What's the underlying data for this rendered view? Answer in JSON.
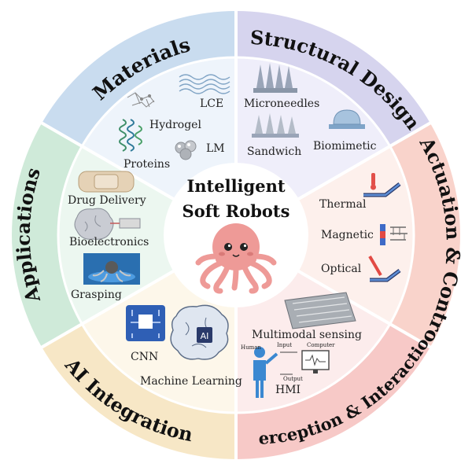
{
  "center": {
    "line1": "Intelligent",
    "line2": "Soft Robots"
  },
  "sections": {
    "materials": {
      "title": "Materials",
      "items": {
        "lce": "LCE",
        "hydrogel": "Hydrogel",
        "proteins": "Proteins",
        "lm": "LM"
      },
      "color": "#c9dcef"
    },
    "structural": {
      "title": "Structural Design",
      "items": {
        "microneedles": "Microneedles",
        "sandwich": "Sandwich",
        "biomimetic": "Biomimetic"
      },
      "color": "#d6d4ee"
    },
    "actuation": {
      "title": "Actuation & Control",
      "items": {
        "thermal": "Thermal",
        "magnetic": "Magnetic",
        "optical": "Optical"
      },
      "color": "#f9d3cb"
    },
    "perception": {
      "title": "Perception & Interaction",
      "items": {
        "multimodal": "Multimodal sensing",
        "hmi": "HMI",
        "human": "Human",
        "input": "Input",
        "computer": "Computer",
        "output": "Output"
      },
      "color": "#f7c9c7"
    },
    "ai": {
      "title": "AI Integration",
      "items": {
        "cnn": "CNN",
        "ml": "Machine Learning",
        "ai_chip": "AI"
      },
      "color": "#f7e7c6"
    },
    "applications": {
      "title": "Applications",
      "items": {
        "drug": "Drug Delivery",
        "bio": "Bioelectronics",
        "grasping": "Grasping"
      },
      "color": "#cfead9"
    }
  },
  "colors": {
    "octopus": "#ee9a97",
    "octopus_dark": "#d97a78",
    "center_bg": "#ffffff"
  },
  "icons": [
    "lce-fiber-icon",
    "hydrogel-network-icon",
    "protein-helix-icon",
    "liquid-metal-spheres-icon",
    "microneedles-icon",
    "sandwich-structure-icon",
    "biomimetic-dome-icon",
    "thermal-actuator-icon",
    "magnetic-actuator-icon",
    "optical-actuator-icon",
    "multimodal-sensor-array-icon",
    "hmi-human-icon",
    "monitor-icon",
    "cnn-chip-icon",
    "ai-brain-icon",
    "drug-delivery-patch-icon",
    "bioelectronics-brain-icon",
    "grasping-robot-icon",
    "octopus-mascot-icon"
  ]
}
